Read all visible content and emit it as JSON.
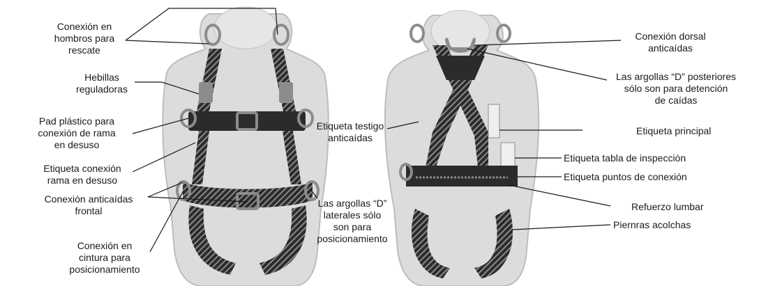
{
  "colors": {
    "background": "#ffffff",
    "mannequin": "#dcdcdc",
    "mannequin_shade": "#bdbdbd",
    "strap": "#2b2b2b",
    "strap_stripe": "#9a9a9a",
    "hardware": "#8c8c8c",
    "leader": "#1a1a1a"
  },
  "front_view": {
    "labels": {
      "shoulder_rescue": [
        "Conexión en",
        "hombros para",
        "rescate"
      ],
      "adjust_buckles": [
        "Hebillas",
        "reguladoras"
      ],
      "plastic_pad": [
        "Pad plástico para",
        "conexión de rama",
        "en desuso"
      ],
      "unused_branch_tag": [
        "Etiqueta conexión",
        "rama en desuso"
      ],
      "frontal_fall_arrest": [
        "Conexión anticaídas",
        "frontal"
      ],
      "waist_positioning": [
        "Conexión en",
        "cintura para",
        "posicionamiento"
      ],
      "side_d_rings": [
        "Las argollas “D”",
        "laterales sólo",
        "son para",
        "posicionamiento"
      ]
    }
  },
  "back_view": {
    "labels": {
      "fall_indicator_tag": [
        "Etiqueta testigo",
        "anticaídas"
      ],
      "dorsal_connection": [
        "Conexión dorsal",
        "anticaídas"
      ],
      "rear_d_rings": [
        "Las argollas “D” posteriores",
        "sólo son para detención",
        "de caídas"
      ],
      "main_tag": [
        "Etiqueta principal"
      ],
      "inspection_tag": [
        "Etiqueta tabla de inspección"
      ],
      "connection_points_tag": [
        "Etiqueta puntos de conexión"
      ],
      "lumbar_reinforcement": [
        "Refuerzo lumbar"
      ],
      "padded_leg_straps": [
        "Piernras acolchas"
      ]
    }
  }
}
